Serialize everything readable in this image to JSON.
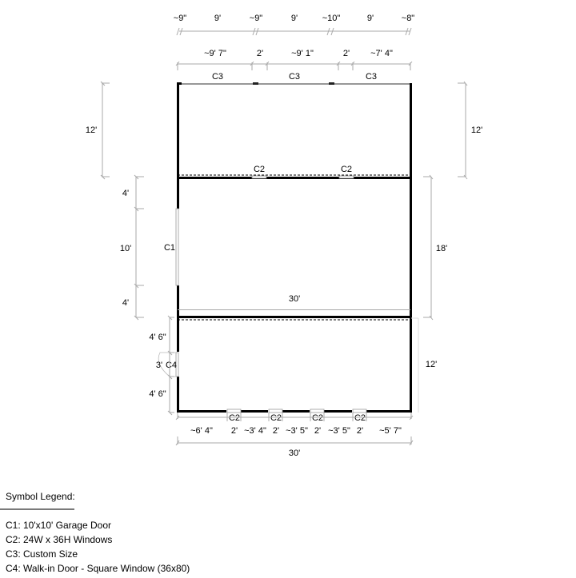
{
  "plan": {
    "top_dims_row1": [
      "~9\"",
      "9'",
      "~9\"",
      "9'",
      "~10\"",
      "9'",
      "~8\""
    ],
    "top_dims_row2": [
      "~9' 7\"",
      "2'",
      "~9' 1\"",
      "2'",
      "~7' 4\""
    ],
    "top_wall_openings": [
      "C3",
      "C3",
      "C3"
    ],
    "interior_wall_1_openings": [
      "C2",
      "C2"
    ],
    "left_dims": {
      "section1": "12'",
      "c1_above": "4'",
      "c1_span": "10'",
      "c1_below": "4'",
      "c4_above": "4' 6\"",
      "c4_span": "3'",
      "c4_below": "4' 6\""
    },
    "left_openings": {
      "garage_door": "C1",
      "walk_in_door": "C4"
    },
    "right_dims": {
      "section1": "12'",
      "section2": "18'",
      "section3": "12'"
    },
    "interior_width_label": "30'",
    "bottom_openings": [
      "C2",
      "C2",
      "C2",
      "C2"
    ],
    "bottom_dims_row1": [
      "~6' 4\"",
      "2'",
      "~3' 4\"",
      "2'",
      "~3' 5\"",
      "2'",
      "~3' 5\"",
      "2'",
      "~5' 7\""
    ],
    "bottom_total": "30'"
  },
  "legend": {
    "title": "Symbol Legend:",
    "items": [
      "C1: 10'x10' Garage Door",
      "C2: 24W x 36H Windows",
      "C3: Custom Size",
      "C4: Walk-in Door - Square Window (36x80)"
    ]
  },
  "colors": {
    "wall": "#000000",
    "dimension": "#999999",
    "opening": "#bbbbbb"
  }
}
